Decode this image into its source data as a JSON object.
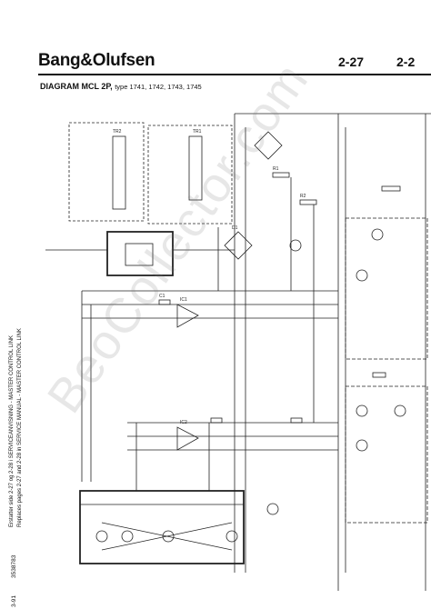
{
  "header": {
    "brand": "Bang&Olufsen",
    "page_number_left": "2-27",
    "page_number_right": "2-2",
    "diagram_title": "DIAGRAM MCL 2P,",
    "diagram_types": "type 1741, 1742, 1743, 1745"
  },
  "side_text": {
    "line_en": "Erstatter side 2-27 og 2-28 i SERVICEANVISNING - MASTER CONTROL LINK",
    "line_fr": "Replaces pages 2-27 and 2-28 in SERVICE MANUAL - MASTER CONTROL LINK",
    "doc_code": "3538783",
    "date": "3-91"
  },
  "watermark": "BeoCollector.com",
  "labels": {
    "tr1": "TR1",
    "tr2": "TR2",
    "ic1": "IC1",
    "ic2": "IC2",
    "r1": "R1",
    "r2": "R2",
    "c1": "C1",
    "d1": "D1"
  }
}
